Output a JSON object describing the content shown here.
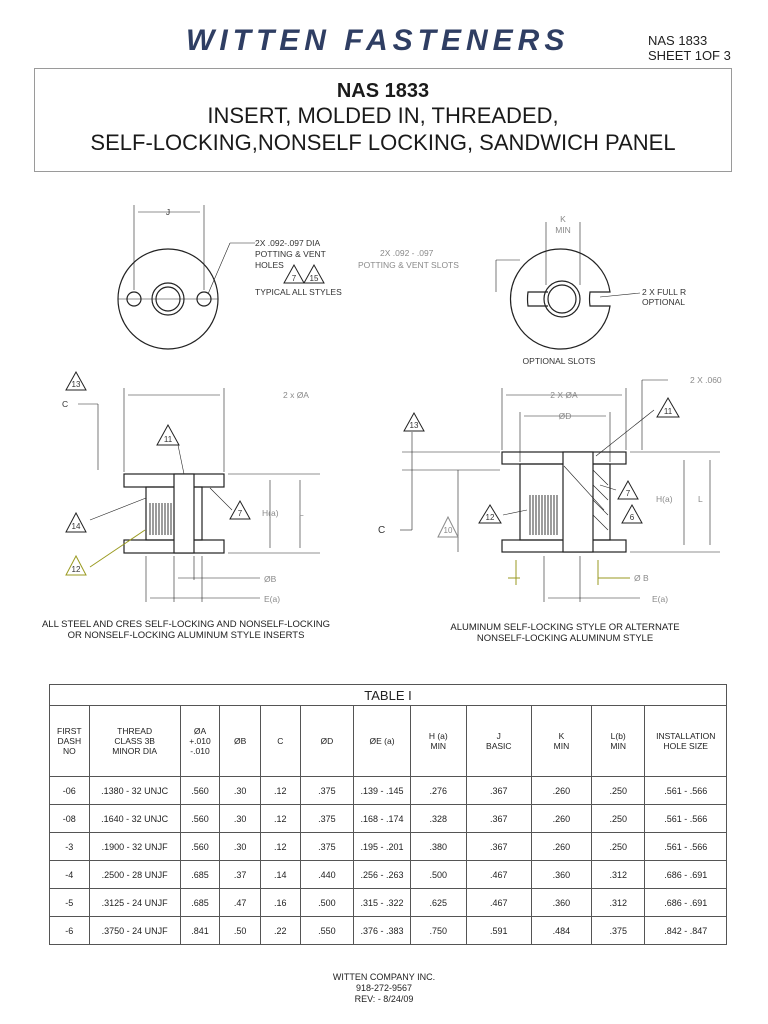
{
  "header": {
    "logo_text": "WITTEN FASTENERS",
    "doc_number": "NAS 1833",
    "sheet": "SHEET 1OF 3"
  },
  "title": {
    "line1": "NAS 1833",
    "line2": "INSERT, MOLDED IN, THREADED,",
    "line3": "SELF-LOCKING,NONSELF LOCKING, SANDWICH PANEL"
  },
  "drawing": {
    "top_left": {
      "dim_j": "J",
      "note_holes": [
        "2X .092-.097 DIA",
        "POTTING & VENT",
        "HOLES"
      ],
      "triangles": [
        "7",
        "15"
      ],
      "typical": "TYPICAL ALL STYLES"
    },
    "top_right": {
      "dim_k": [
        "K",
        "MIN"
      ],
      "note_slots": [
        "2X .092 - .097",
        "POTTING & VENT SLOTS"
      ],
      "note_radius": [
        "2 X FULL R",
        "OPTIONAL"
      ],
      "caption": "OPTIONAL SLOTS"
    },
    "left_section": {
      "dim_a": "2 x ØA",
      "dim_c": "C",
      "dim_h": "H(a)",
      "dim_l": "L",
      "dim_b": "ØB",
      "dim_e": "E(a)",
      "triangles": [
        "13",
        "11",
        "7",
        "14",
        "12"
      ],
      "caption": [
        "ALL STEEL AND CRES SELF-LOCKING AND NONSELF-LOCKING",
        "OR NONSELF-LOCKING ALUMINUM STYLE INSERTS"
      ]
    },
    "right_section": {
      "dim_060": "2 X .060",
      "dim_a": "2 X ØA",
      "dim_d": "ØD",
      "dim_c": "C",
      "dim_h": "H(a)",
      "dim_l": "L",
      "dim_b": "Ø B",
      "dim_e": "E(a)",
      "triangles": [
        "11",
        "13",
        "7",
        "6",
        "12",
        "10"
      ],
      "caption": [
        "ALUMINUM SELF-LOCKING STYLE OR ALTERNATE",
        "NONSELF-LOCKING ALUMINUM STYLE"
      ]
    }
  },
  "table": {
    "title": "TABLE I",
    "headers": [
      [
        "FIRST",
        "DASH",
        "NO"
      ],
      [
        "THREAD",
        "CLASS 3B",
        "MINOR DIA"
      ],
      [
        "ØA",
        "+.010",
        "-.010"
      ],
      [
        "ØB"
      ],
      [
        "C"
      ],
      [
        "ØD"
      ],
      [
        "ØE (a)"
      ],
      [
        "H (a)",
        "MIN"
      ],
      [
        "J",
        "BASIC"
      ],
      [
        "K",
        "MIN"
      ],
      [
        "L(b)",
        "MIN"
      ],
      [
        "INSTALLATION",
        "HOLE SIZE"
      ]
    ],
    "rows": [
      [
        "-06",
        ".1380 - 32 UNJC",
        ".560",
        ".30",
        ".12",
        ".375",
        ".139 - .145",
        ".276",
        ".367",
        ".260",
        ".250",
        ".561 - .566"
      ],
      [
        "-08",
        ".1640 - 32 UNJC",
        ".560",
        ".30",
        ".12",
        ".375",
        ".168 - .174",
        ".328",
        ".367",
        ".260",
        ".250",
        ".561 - .566"
      ],
      [
        "-3",
        ".1900 - 32 UNJF",
        ".560",
        ".30",
        ".12",
        ".375",
        ".195 - .201",
        ".380",
        ".367",
        ".260",
        ".250",
        ".561 - .566"
      ],
      [
        "-4",
        ".2500 - 28 UNJF",
        ".685",
        ".37",
        ".14",
        ".440",
        ".256 - .263",
        ".500",
        ".467",
        ".360",
        ".312",
        ".686 - .691"
      ],
      [
        "-5",
        ".3125 - 24 UNJF",
        ".685",
        ".47",
        ".16",
        ".500",
        ".315 - .322",
        ".625",
        ".467",
        ".360",
        ".312",
        ".686 - .691"
      ],
      [
        "-6",
        ".3750 - 24 UNJF",
        ".841",
        ".50",
        ".22",
        ".550",
        ".376 - .383",
        ".750",
        ".591",
        ".484",
        ".375",
        ".842 - .847"
      ]
    ]
  },
  "footer": {
    "company": "WITTEN COMPANY INC.",
    "phone": "918-272-9567",
    "rev": "REV: - 8/24/09"
  }
}
